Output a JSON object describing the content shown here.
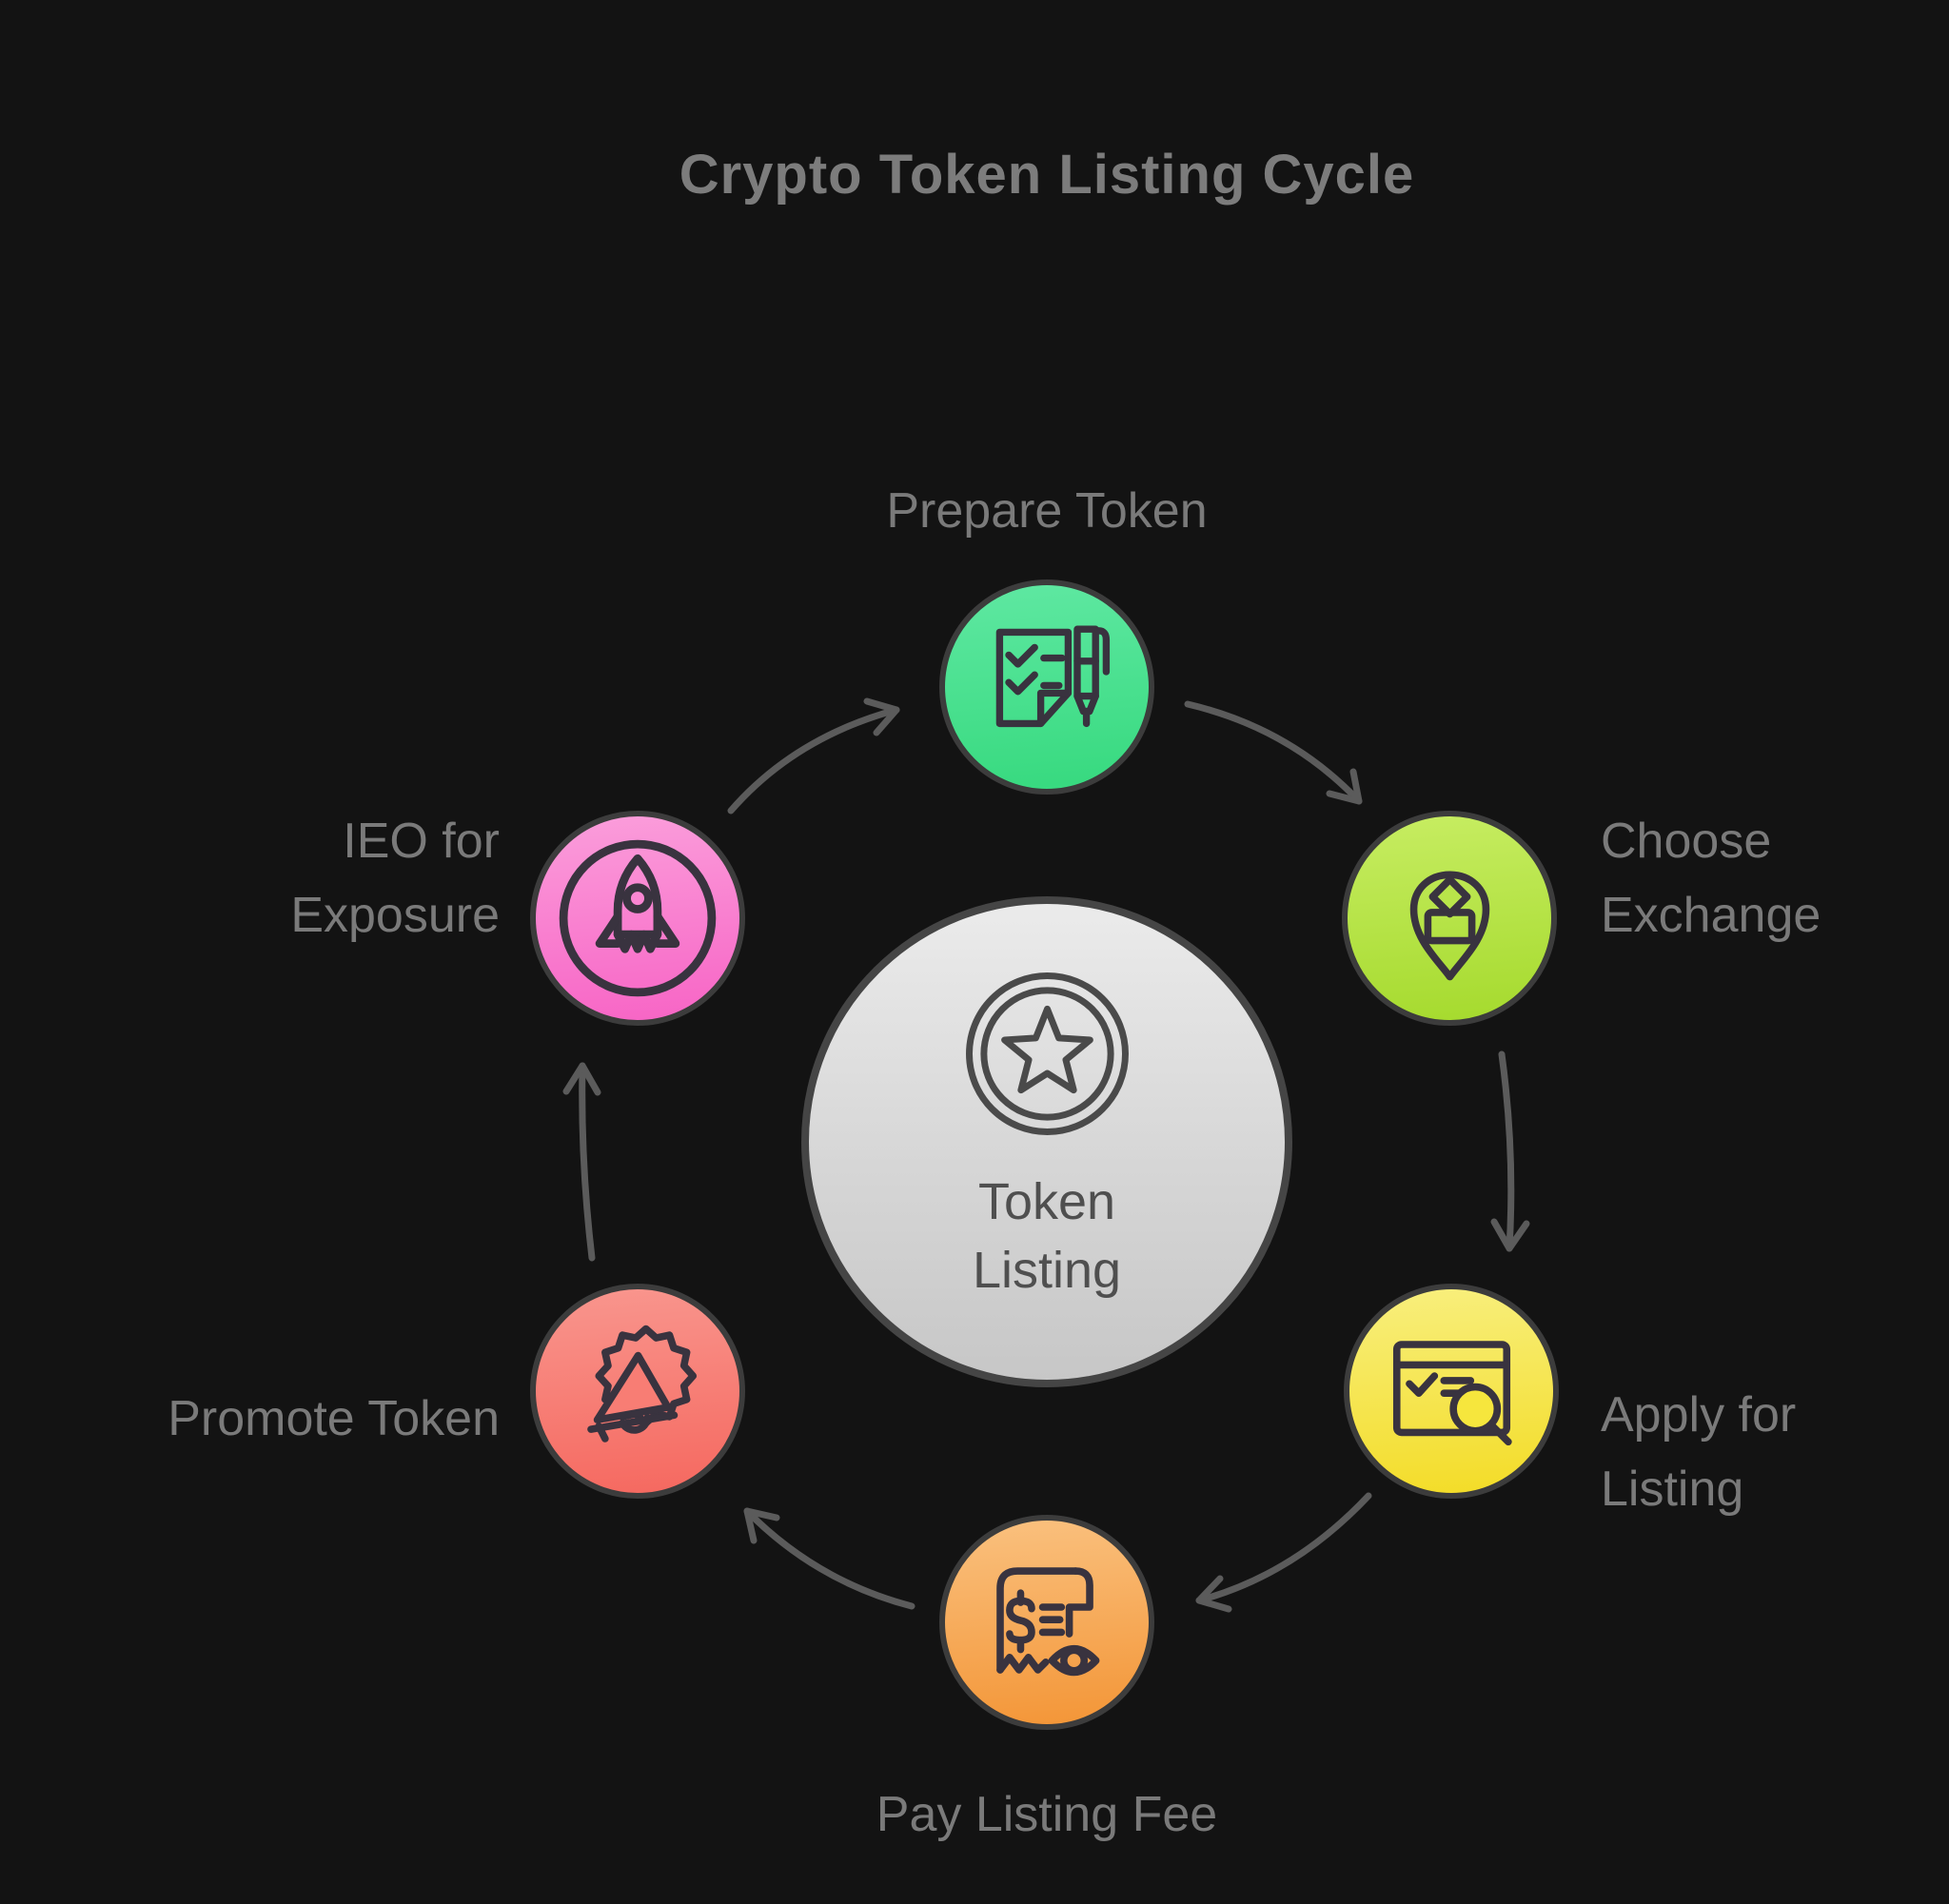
{
  "title": "Crypto Token Listing Cycle",
  "center": {
    "label": "Token\nListing",
    "icon": "star-badge-icon"
  },
  "nodes": [
    {
      "id": "prepare-token",
      "label": "Prepare Token",
      "icon": "checklist-pen-icon",
      "color_top": "#5fe8a2",
      "color_bottom": "#36d97e",
      "icon_fill": "#4de092"
    },
    {
      "id": "choose-exchange",
      "label": "Choose Exchange",
      "icon": "ballot-pin-icon",
      "color_top": "#c7ed62",
      "color_bottom": "#a5da2d",
      "icon_fill": "#b9e54a"
    },
    {
      "id": "apply-for-listing",
      "label": "Apply for Listing",
      "icon": "browser-search-icon",
      "color_top": "#f8ef7e",
      "color_bottom": "#f3dc26",
      "icon_fill": "#f6e63d"
    },
    {
      "id": "pay-listing-fee",
      "label": "Pay Listing Fee",
      "icon": "receipt-eye-icon",
      "color_top": "#fac17f",
      "color_bottom": "#f39536",
      "icon_fill": "#f8a958"
    },
    {
      "id": "promote-token",
      "label": "Promote Token",
      "icon": "megaphone-burst-icon",
      "color_top": "#f9968e",
      "color_bottom": "#f5685f",
      "icon_fill": "#f87d74"
    },
    {
      "id": "ieo-for-exposure",
      "label": "IEO for Exposure",
      "icon": "rocket-circle-icon",
      "color_top": "#fb9edb",
      "color_bottom": "#f764c5",
      "icon_fill": "#f980d0"
    }
  ],
  "colors": {
    "background": "#131313",
    "title_text": "#7c7c7c",
    "label_text": "#7a7a7a",
    "arrow": "#5b5b5b",
    "node_border": "#3c3c3c",
    "icon_stroke": "#39333f",
    "center_fill_top": "#ebebeb",
    "center_fill_bottom": "#c7c7c7",
    "center_border": "#454545",
    "center_text": "#4f4f4f"
  }
}
